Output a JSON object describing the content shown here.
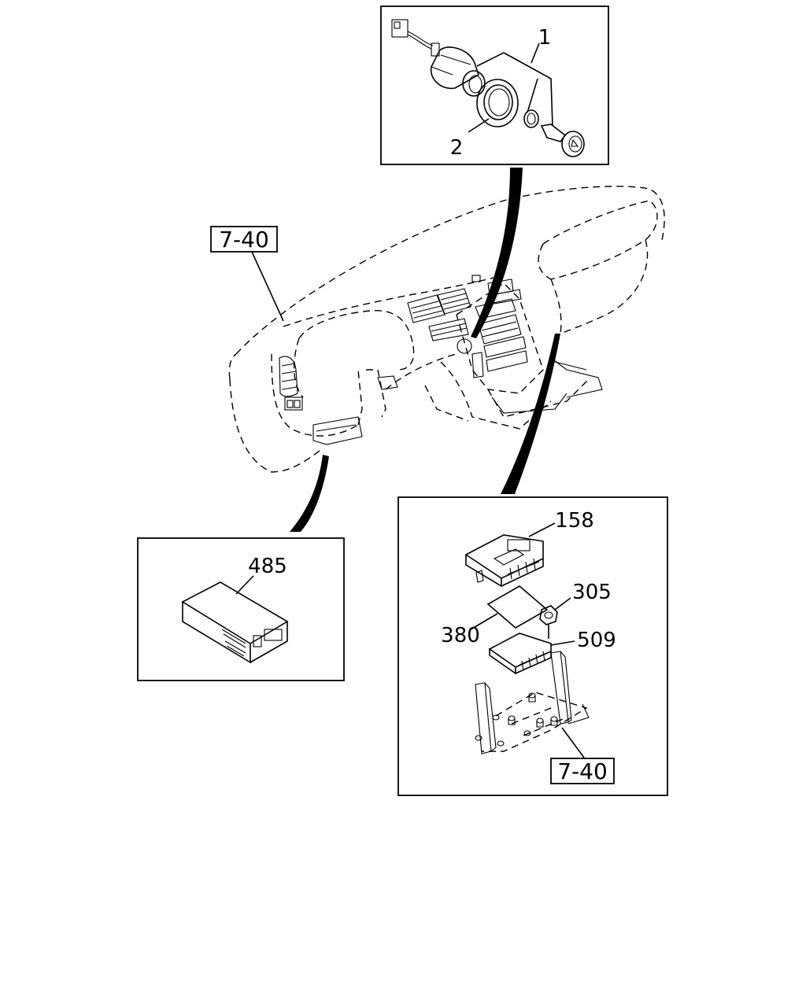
{
  "diagram": {
    "callouts": {
      "item_1": "1",
      "item_2": "2",
      "ref_dashboard": "7-40",
      "item_158": "158",
      "item_305": "305",
      "item_380": "380",
      "item_509": "509",
      "ref_bracket": "7-40",
      "item_485": "485"
    }
  }
}
